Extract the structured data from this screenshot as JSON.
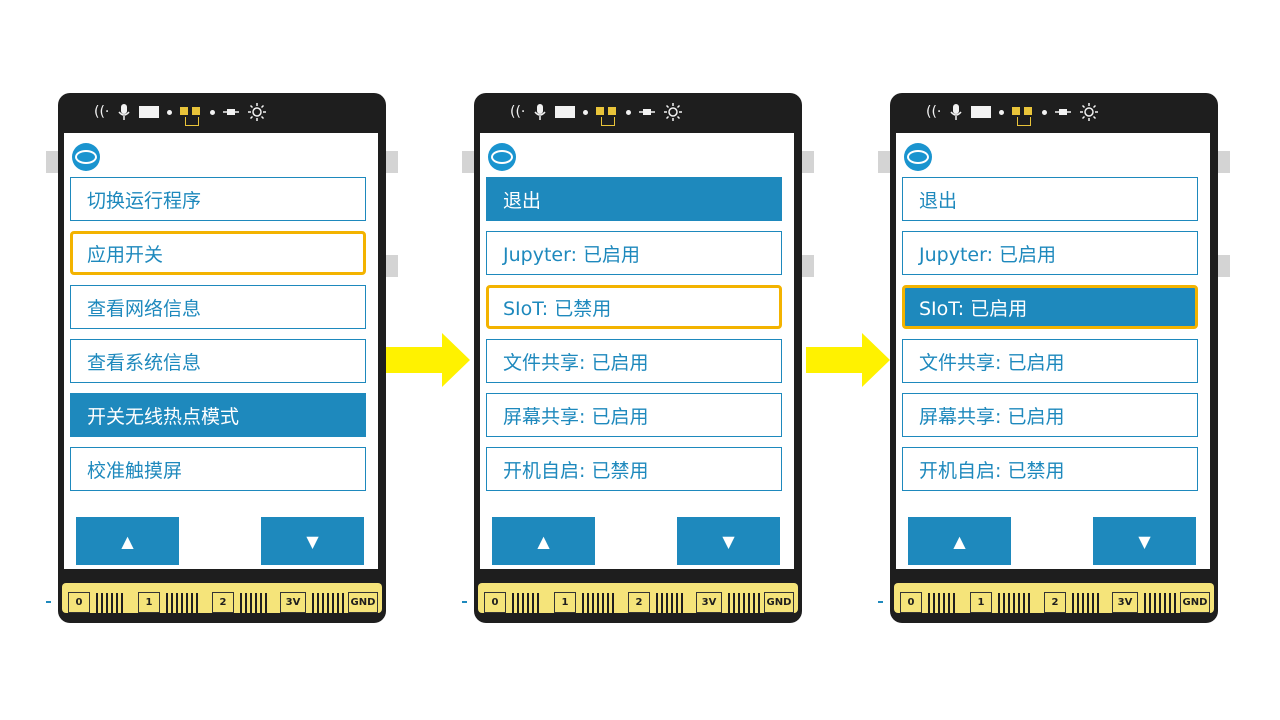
{
  "icons": {
    "wifi": "((·",
    "mic": "microphone-icon",
    "led": "led-icon",
    "buzzer": "buzzer-icon",
    "light": "light-sensor-icon"
  },
  "colors": {
    "accent": "#1e89bd",
    "highlight": "#f3b300",
    "device": "#1e1e1e",
    "pins": "#f5e47a",
    "arrow": "#fff200"
  },
  "pins": [
    "0",
    "1",
    "2",
    "3V",
    "GND"
  ],
  "nav": {
    "up": "▲",
    "down": "▼"
  },
  "screens": [
    {
      "items": [
        "切换运行程序",
        "应用开关",
        "查看网络信息",
        "查看系统信息",
        "开关无线热点模式",
        "校准触摸屏"
      ]
    },
    {
      "items": [
        "退出",
        "Jupyter: 已启用",
        "SIoT: 已禁用",
        "文件共享: 已启用",
        "屏幕共享: 已启用",
        "开机自启: 已禁用"
      ]
    },
    {
      "items": [
        "退出",
        "Jupyter: 已启用",
        "SIoT: 已启用",
        "文件共享: 已启用",
        "屏幕共享: 已启用",
        "开机自启: 已禁用"
      ]
    }
  ]
}
